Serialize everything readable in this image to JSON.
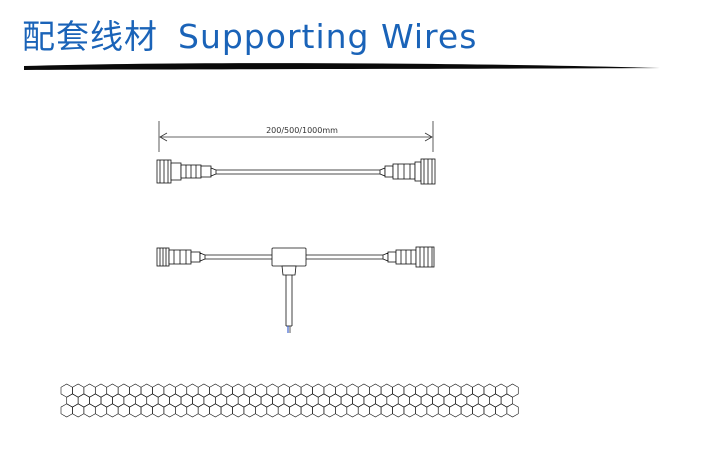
{
  "header": {
    "title_zh": "配套线材",
    "title_en": "Supporting Wires",
    "title_color": "#1a63b8"
  },
  "drawings": {
    "straight_cable": {
      "dimension_label": "200/500/1000mm"
    },
    "t_cable": {},
    "net_light": {}
  }
}
